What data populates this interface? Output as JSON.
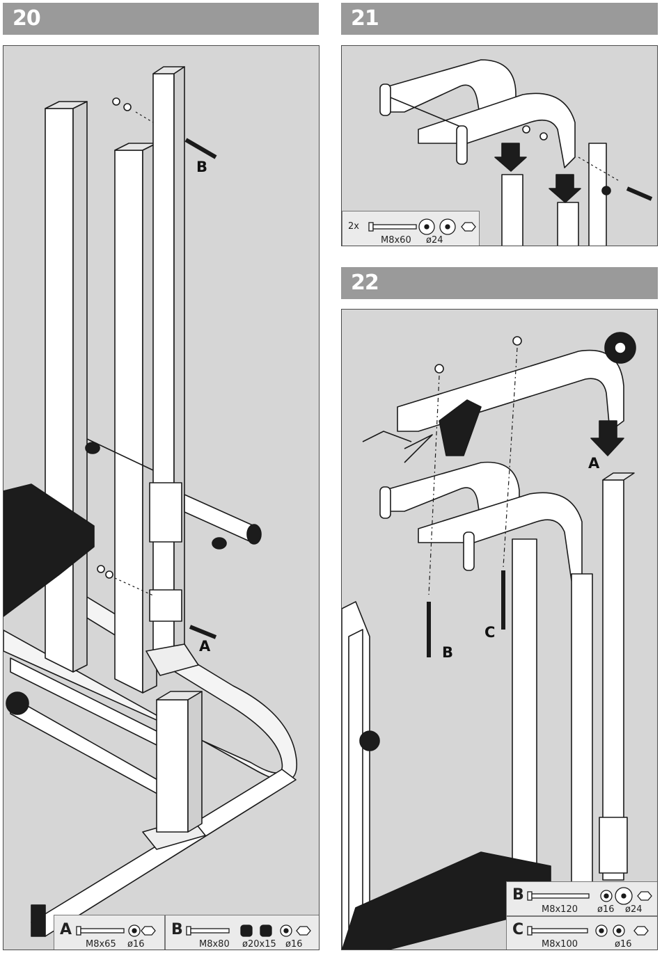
{
  "steps": [
    {
      "number": "20"
    },
    {
      "number": "21"
    },
    {
      "number": "22"
    }
  ],
  "step20": {
    "callouts": {
      "a": "A",
      "b": "B"
    },
    "legend_a": {
      "letter": "A",
      "size": "M8x65",
      "washer": "ø16"
    },
    "legend_b": {
      "letter": "B",
      "size": "M8x80",
      "spacer": "ø20x15",
      "washer": "ø16"
    }
  },
  "step21": {
    "legend": {
      "qty": "2x",
      "size": "M8x60",
      "washer": "ø24"
    }
  },
  "step22": {
    "callouts": {
      "a": "A",
      "b": "B",
      "c": "C"
    },
    "legend_b": {
      "letter": "B",
      "size": "M8x120",
      "washer1": "ø16",
      "washer2": "ø24"
    },
    "legend_c": {
      "letter": "C",
      "size": "M8x100",
      "washer": "ø16"
    }
  },
  "colors": {
    "header_bg": "#9a9a9a",
    "panel_bg": "#d6d6d6",
    "part": "#ffffff",
    "line": "#1a1a1a",
    "pad": "#1c1c1c"
  }
}
